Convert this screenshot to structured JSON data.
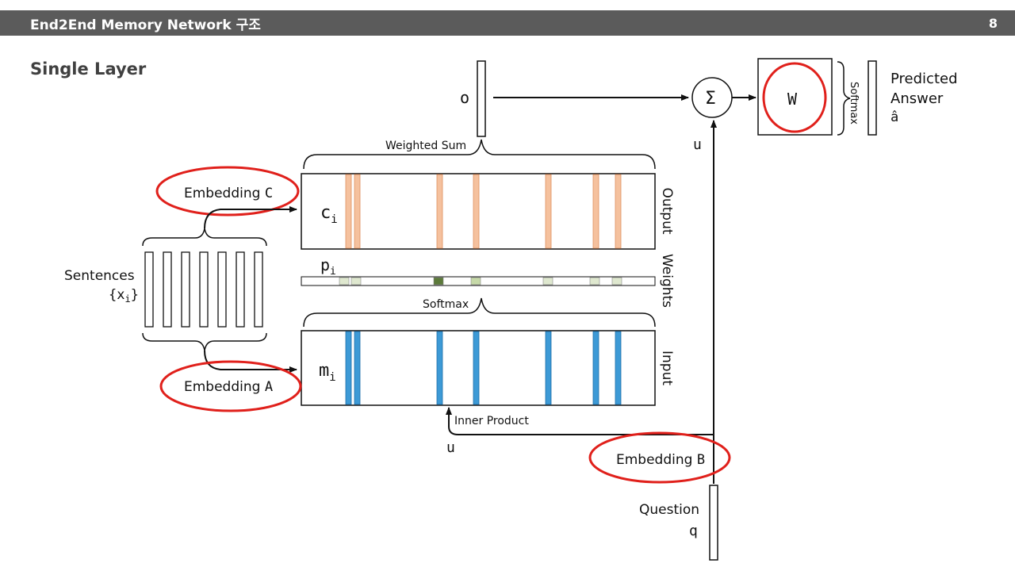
{
  "header": {
    "title": "End2End Memory Network  구조",
    "page_number": "8"
  },
  "subtitle": "Single Layer",
  "diagram": {
    "o_label": "o",
    "sigma_symbol": "Σ",
    "w_label": "W",
    "softmax_side_label": "Softmax",
    "predicted_answer_line1": "Predicted",
    "predicted_answer_line2": "Answer",
    "a_hat": "â",
    "u_top": "u",
    "weighted_sum": "Weighted Sum",
    "embedding_c_text": "Embedding ",
    "embedding_c_var": "C",
    "c_i": "c",
    "c_i_sub": "i",
    "output_label": "Output",
    "sentences": "Sentences",
    "x_i": "{x",
    "x_i_sub": "i",
    "x_i_close": "}",
    "p_i": "p",
    "p_i_sub": "i",
    "weights_label": "Weights",
    "softmax_label": "Softmax",
    "m_i": "m",
    "m_i_sub": "i",
    "input_label": "Input",
    "embedding_a_text": "Embedding ",
    "embedding_a_var": "A",
    "inner_product": "Inner Product",
    "u_bottom": "u",
    "embedding_b_text": "Embedding ",
    "embedding_b_var": "B",
    "question": "Question",
    "q_label": "q"
  },
  "colors": {
    "header_bg": "#5b5b5b",
    "highlight_circle": "#e0201b",
    "output_stripe": "#f5c19e",
    "output_stripe_edge": "#e09060",
    "input_stripe": "#3d9ad6",
    "input_stripe_edge": "#1f6fa8",
    "weight_light": "#dfe8cf",
    "weight_mid": "#c6d9a8",
    "weight_dark": "#5c7a3a"
  }
}
